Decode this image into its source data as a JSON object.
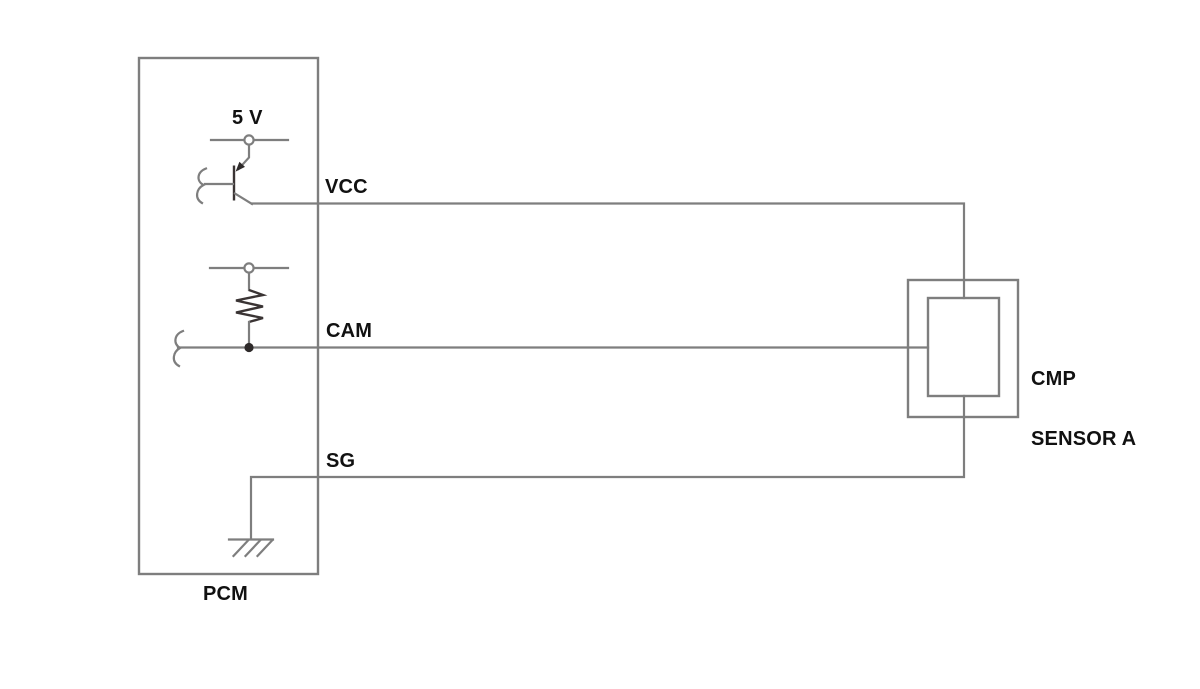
{
  "diagram": {
    "kind": "automotive wiring schematic",
    "labels": {
      "supply_voltage": "5 V",
      "vcc": "VCC",
      "cam": "CAM",
      "sg": "SG",
      "pcm": "PCM",
      "sensor_line1": "CMP",
      "sensor_line2": "SENSOR A"
    },
    "symbols": {
      "transistor": "pnp-transistor-icon",
      "resistor": "pullup-resistor-icon",
      "ground": "chassis-ground-icon",
      "power_terminal_top": "power-terminal-icon",
      "power_terminal_mid": "power-terminal-icon",
      "junction": "junction-dot-icon",
      "wire_break_base": "wire-break-squiggle-icon",
      "wire_break_cam": "wire-break-squiggle-icon"
    },
    "colors": {
      "background": "#ffffff",
      "wire": "#7e7e7e",
      "component_dark": "#3a3434",
      "text": "#111111"
    }
  }
}
